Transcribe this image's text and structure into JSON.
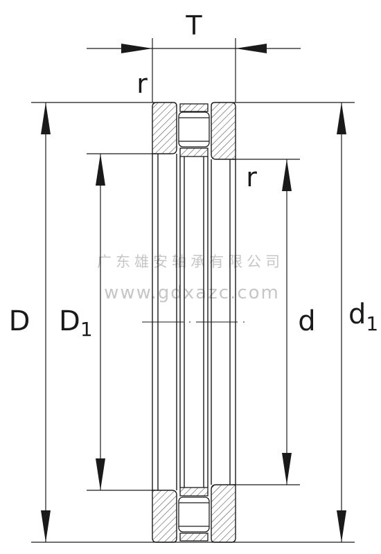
{
  "labels": {
    "T": "T",
    "r_top": "r",
    "r_inner": "r",
    "D": "D",
    "D1_main": "D",
    "D1_sub": "1",
    "d": "d",
    "d1_main": "d",
    "d1_sub": "1"
  },
  "watermark": {
    "company": "广东雄安轴承有限公司",
    "url": "www.gdxazc.com"
  },
  "colors": {
    "line": "#1a1a1a",
    "hatch": "#444444",
    "watermark": "#c6c6c6"
  }
}
